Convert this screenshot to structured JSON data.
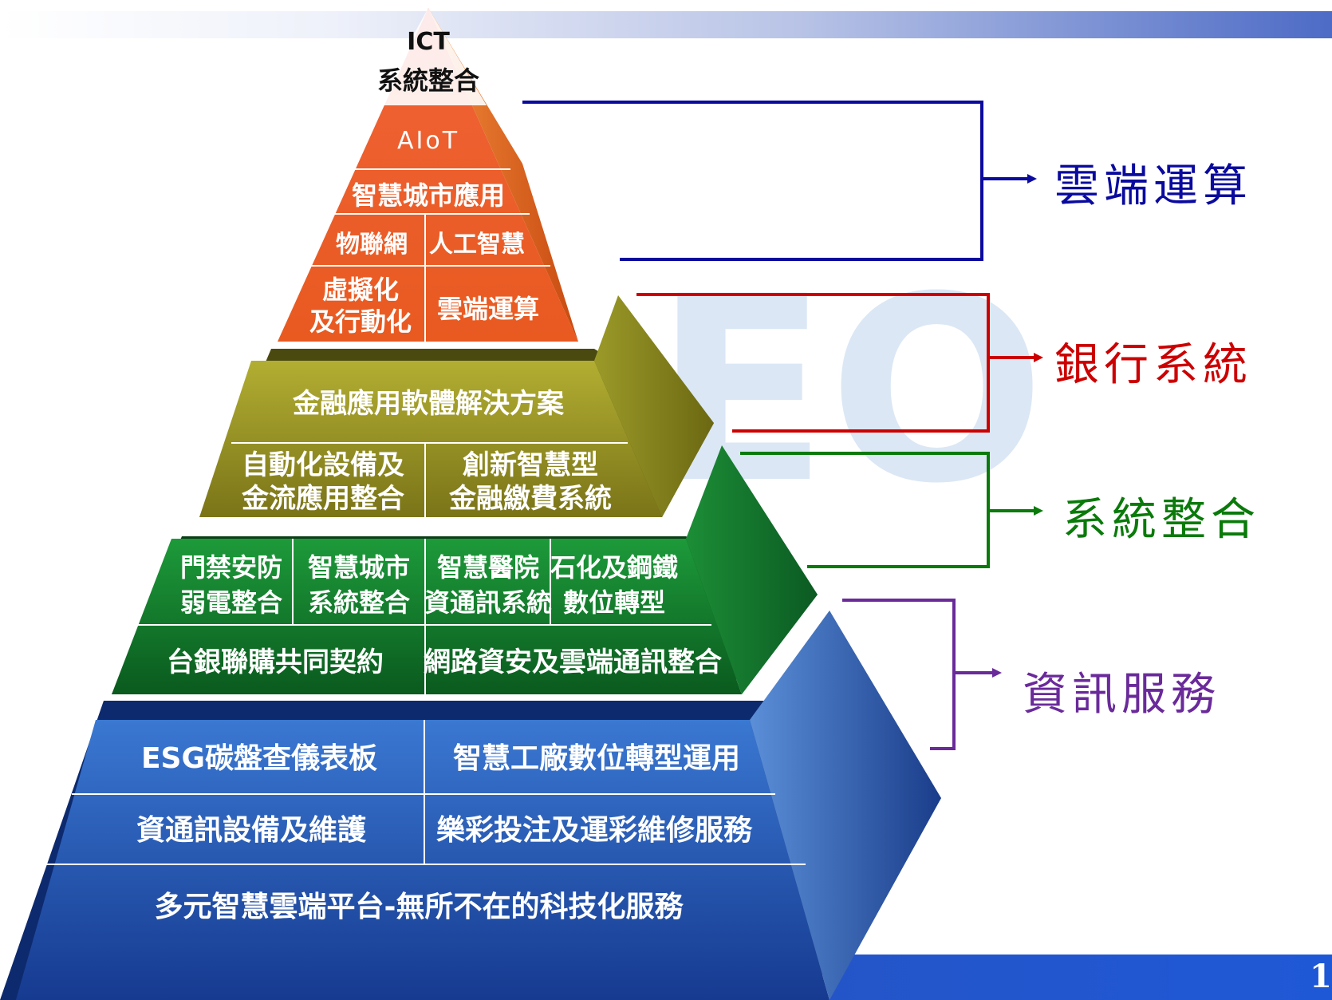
{
  "page_number": "1",
  "apex": {
    "line1": "ICT",
    "line2": "系統整合"
  },
  "cloud_tier": {
    "aiot": "AIoT",
    "smart_city_app": "智慧城市應用",
    "iot": "物聯網",
    "ai": "人工智慧",
    "virtualization_line1": "虛擬化",
    "virtualization_line2": "及行動化",
    "cloud_computing": "雲端運算"
  },
  "bank_tier": {
    "fin_software": "金融應用軟體解決方案",
    "automation_line1": "自動化設備及",
    "automation_line2": "金流應用整合",
    "payment_line1": "創新智慧型",
    "payment_line2": "金融繳費系統"
  },
  "integration_tier": {
    "access_line1": "門禁安防",
    "access_line2": "弱電整合",
    "smartcity_line1": "智慧城市",
    "smartcity_line2": "系統整合",
    "hospital_line1": "智慧醫院",
    "hospital_line2": "資通訊系統",
    "petro_line1": "石化及鋼鐵",
    "petro_line2": "數位轉型",
    "procurement": "台銀聯購共同契約",
    "network": "網路資安及雲端通訊整合"
  },
  "service_tier": {
    "esg": "ESG碳盤查儀表板",
    "factory": "智慧工廠數位轉型運用",
    "equipment": "資通訊設備及維護",
    "lottery": "樂彩投注及運彩維修服務",
    "platform": "多元智慧雲端平台-無所不在的科技化服務"
  },
  "side_labels": {
    "cloud": "雲端運算",
    "bank": "銀行系統",
    "integration": "系統整合",
    "service": "資訊服務"
  },
  "colors": {
    "cloud": "#0a0a9e",
    "bank": "#cc0000",
    "integration": "#0a7a0a",
    "service": "#6a2a9a"
  },
  "watermark_text": "EO"
}
